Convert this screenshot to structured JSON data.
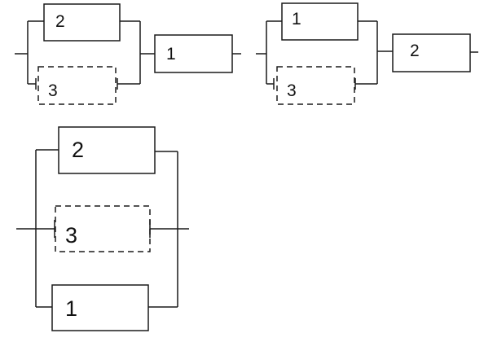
{
  "diagram1": {
    "labels": [
      "2",
      "3",
      "1"
    ]
  },
  "diagram2": {
    "labels": [
      "1",
      "3",
      "2"
    ]
  },
  "diagram3": {
    "labels": [
      "2",
      "3",
      "1"
    ]
  },
  "colors": {
    "line": "#1a1a1a",
    "text": "#111111",
    "background": "#ffffff"
  }
}
